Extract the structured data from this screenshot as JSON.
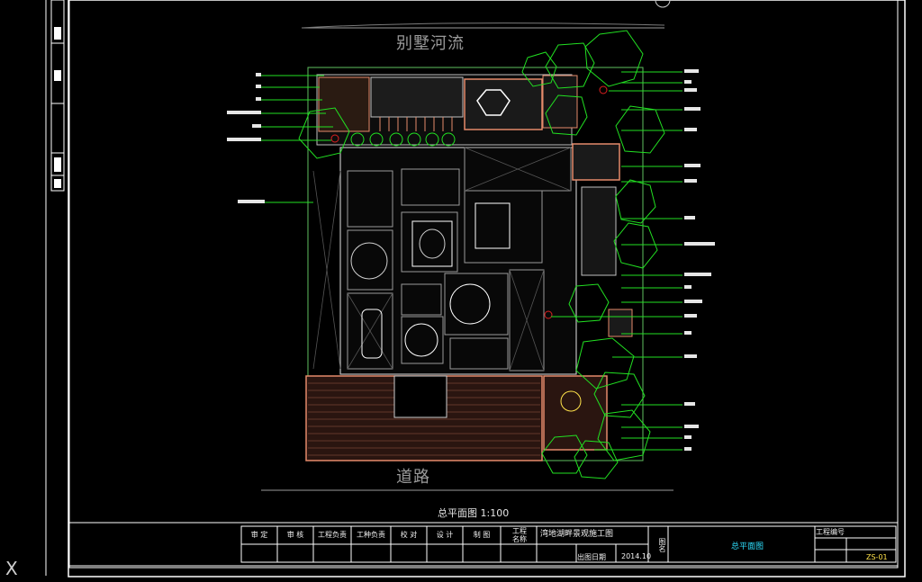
{
  "labels": {
    "river": "别墅河流",
    "road": "道路",
    "caption": "总平面图   1:100"
  },
  "title_block": {
    "cells": [
      "审 定",
      "审 核",
      "工程负责",
      "工种负责",
      "校 对",
      "设 计",
      "制 图"
    ],
    "drawing_type": "工程\n名称",
    "project_name": "湾地湖畔景观施工图",
    "date_label": "出图日期",
    "date_value": "2014.10",
    "sheet_label": "图名",
    "drawing_title": "总平面图",
    "project_no_label": "工程编号",
    "sheet_no_value": "ZS-01"
  },
  "axis_marker": "X",
  "colors": {
    "background": "#000000",
    "border": "#ffffff",
    "plan_lines": "#bfbfbf",
    "hardscape": "#e58a6a",
    "trees": "#22e022",
    "leaders": "#22e022",
    "callout_dots": "#e02020",
    "title_accent": "#2ee0ff"
  }
}
